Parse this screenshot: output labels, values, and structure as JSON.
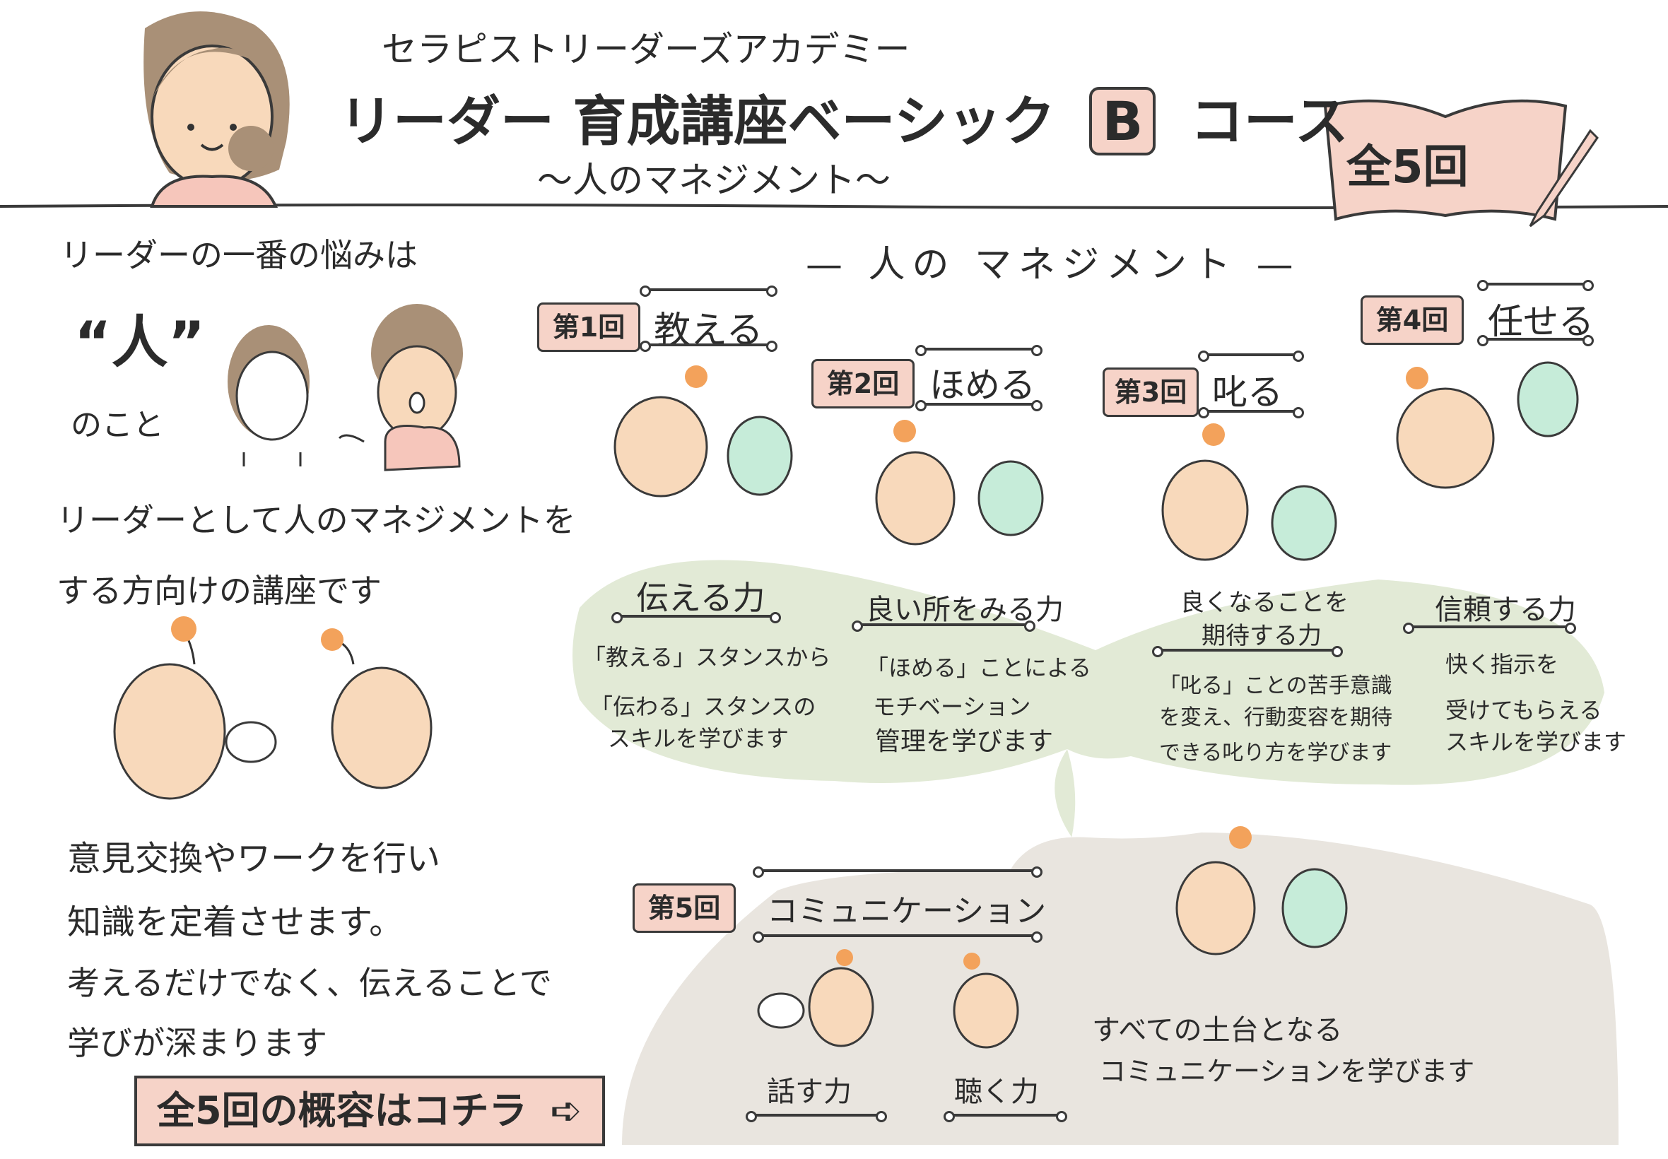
{
  "header": {
    "academy": "セラピストリーダーズアカデミー",
    "title": "リーダー 育成講座ベーシック",
    "title_letter": "B",
    "title_suffix": "コース",
    "subtitle": "〜人のマネジメント〜",
    "total": "全5回"
  },
  "intro": {
    "worry": "リーダーの一番の悩みは",
    "person": "“人”",
    "nokoto": "のこと",
    "target_1": "リーダーとして人のマネジメントを",
    "target_2": "する方向けの講座です",
    "method_1": "意見交換やワークを行い",
    "method_2": "知識を定着させます。",
    "method_3": "考えるだけでなく、伝えることで",
    "method_4": "学びが深まります",
    "cta": "全5回の概容はコチラ"
  },
  "section_title": "— 人の マネジメント —",
  "sessions": [
    {
      "badge": "第1回",
      "title": "教える",
      "skill": "伝える力",
      "desc_1": "「教える」スタンスから",
      "desc_2": "「伝わる」スタンスの",
      "desc_3": "スキルを学びます"
    },
    {
      "badge": "第2回",
      "title": "ほめる",
      "skill": "良い所をみる力",
      "desc_1": "「ほめる」ことによる",
      "desc_2": "モチベーション",
      "desc_3": "管理を学びます"
    },
    {
      "badge": "第3回",
      "title": "叱る",
      "skill_1": "良くなることを",
      "skill_2": "期待する力",
      "desc_1": "「叱る」ことの苦手意識",
      "desc_2": "を変え、行動変容を期待",
      "desc_3": "できる叱り方を学びます"
    },
    {
      "badge": "第4回",
      "title": "任せる",
      "skill": "信頼する力",
      "desc_1": "快く指示を",
      "desc_2": "受けてもらえる",
      "desc_3": "スキルを学びます"
    },
    {
      "badge": "第5回",
      "title": "コミュニケーション",
      "speak": "話す力",
      "listen": "聴く力",
      "desc_1": "すべての土台となる",
      "desc_2": "コミュニケーションを学びます"
    }
  ],
  "colors": {
    "badge": "#f6d3c8",
    "leaf_green": "#e2ead6",
    "soil_gray": "#e9e5df",
    "face_orange": "#f8d9bb",
    "sprout_mint": "#c6ecd9",
    "flower": "#f3a25b"
  }
}
